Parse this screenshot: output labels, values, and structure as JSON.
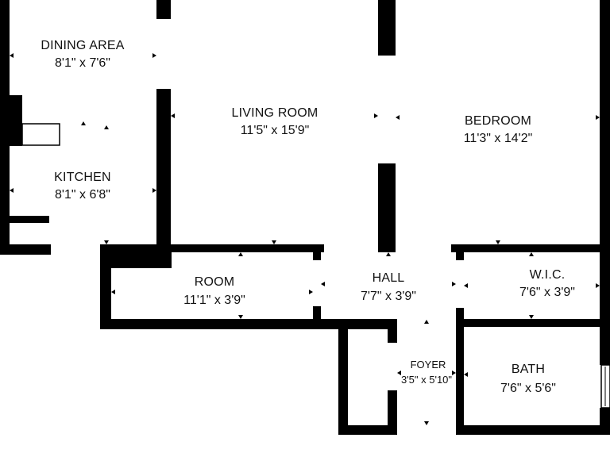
{
  "rooms": [
    {
      "id": "dining",
      "name": "DINING AREA",
      "dims": "8'1\" x 7'6\""
    },
    {
      "id": "kitchen",
      "name": "KITCHEN",
      "dims": "8'1\" x 6'8\""
    },
    {
      "id": "living",
      "name": "LIVING ROOM",
      "dims": "11'5\" x 15'9\""
    },
    {
      "id": "bedroom",
      "name": "BEDROOM",
      "dims": "11'3\" x 14'2\""
    },
    {
      "id": "room",
      "name": "ROOM",
      "dims": "11'1\" x 3'9\""
    },
    {
      "id": "hall",
      "name": "HALL",
      "dims": "7'7\" x 3'9\""
    },
    {
      "id": "wic",
      "name": "W.I.C.",
      "dims": "7'6\" x 3'9\""
    },
    {
      "id": "foyer",
      "name": "FOYER",
      "dims": "3'5\" x 5'10\""
    },
    {
      "id": "bath",
      "name": "BATH",
      "dims": "7'6\" x 5'6\""
    }
  ]
}
